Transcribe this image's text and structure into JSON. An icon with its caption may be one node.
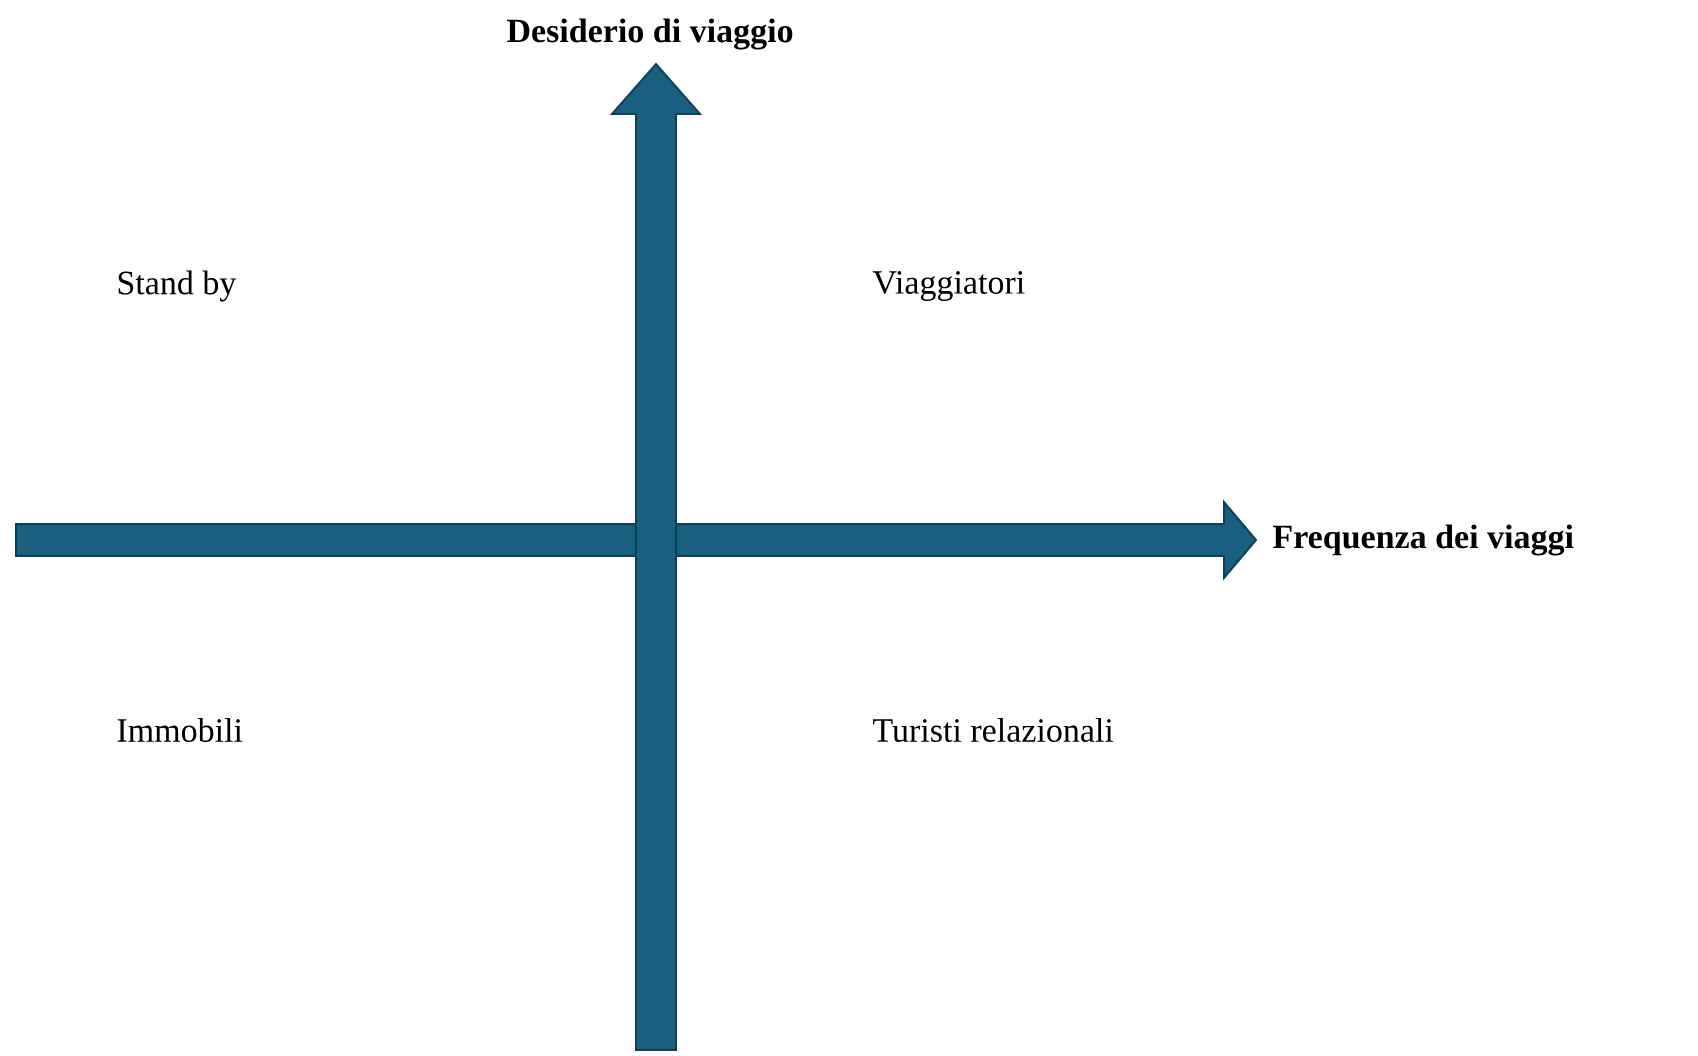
{
  "diagram": {
    "labels": [
      "Desiderio di viaggio",
      "Stand by",
      "Viaggiatori",
      "Frequenza dei viaggi",
      "Immobili",
      "Turisti relazionali"
    ]
  }
}
